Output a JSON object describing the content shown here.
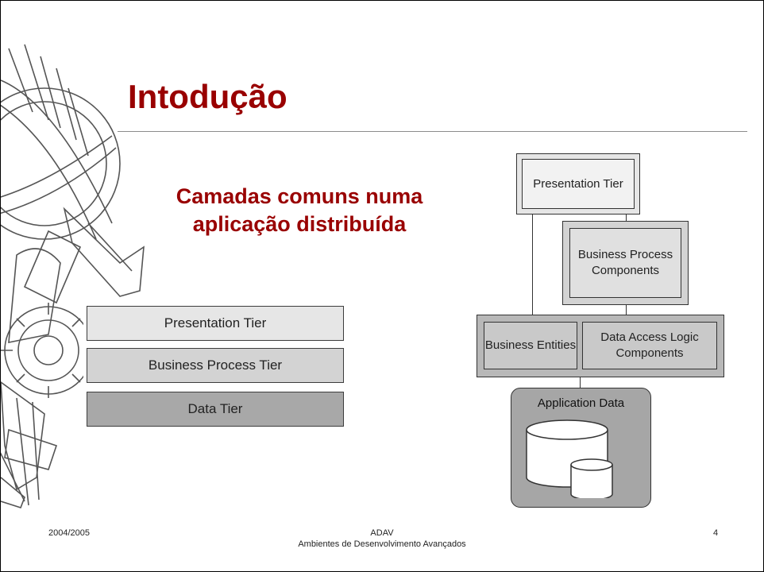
{
  "slide": {
    "title": "Intodução",
    "subtitle": "Camadas comuns numa aplicação distribuída"
  },
  "tiers": [
    "Presentation Tier",
    "Business Process Tier",
    "Data Tier"
  ],
  "architecture": {
    "presentation": "Presentation Tier",
    "business_process": "Business Process Components",
    "business_entities": "Business Entities",
    "data_access": "Data Access Logic Components",
    "application_data": "Application Data"
  },
  "footer": {
    "date": "2004/2005",
    "course_code": "ADAV",
    "course_name": "Ambientes de Desenvolvimento Avançados",
    "page_number": "4"
  },
  "colors": {
    "title": "#990000",
    "tier_light": "#e6e6e6",
    "tier_mid": "#d3d3d3",
    "tier_dark": "#a8a8a8"
  }
}
